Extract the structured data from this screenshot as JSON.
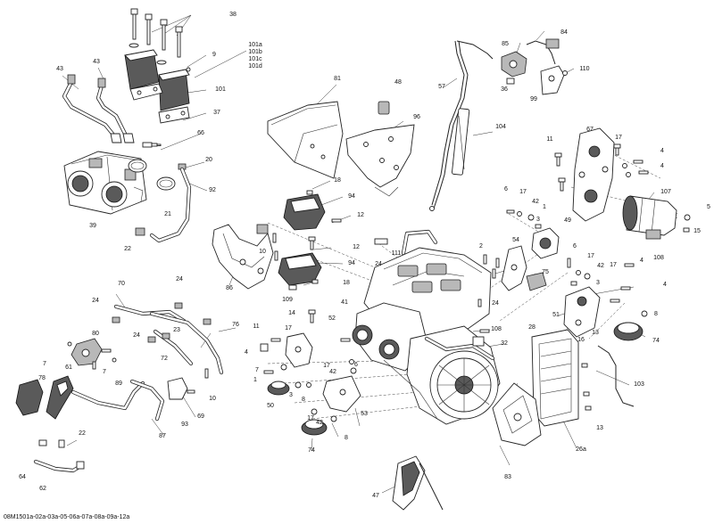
{
  "diagram": {
    "reference_code": "08M1501a-02a-03a-05-06a-07a-08a-09a-12a",
    "callouts": [
      {
        "label": "38"
      },
      {
        "label": "101a"
      },
      {
        "label": "101b"
      },
      {
        "label": "101c"
      },
      {
        "label": "101d"
      },
      {
        "label": "9"
      },
      {
        "label": "101"
      },
      {
        "label": "37"
      },
      {
        "label": "43"
      },
      {
        "label": "43"
      },
      {
        "label": "66"
      },
      {
        "label": "20"
      },
      {
        "label": "92"
      },
      {
        "label": "21"
      },
      {
        "label": "39"
      },
      {
        "label": "22"
      },
      {
        "label": "81"
      },
      {
        "label": "48"
      },
      {
        "label": "96"
      },
      {
        "label": "57"
      },
      {
        "label": "85"
      },
      {
        "label": "84"
      },
      {
        "label": "110"
      },
      {
        "label": "36"
      },
      {
        "label": "99"
      },
      {
        "label": "104"
      },
      {
        "label": "11"
      },
      {
        "label": "67"
      },
      {
        "label": "17"
      },
      {
        "label": "4"
      },
      {
        "label": "4"
      },
      {
        "label": "107"
      },
      {
        "label": "5"
      },
      {
        "label": "15"
      },
      {
        "label": "6"
      },
      {
        "label": "17"
      },
      {
        "label": "42"
      },
      {
        "label": "1"
      },
      {
        "label": "3"
      },
      {
        "label": "49"
      },
      {
        "label": "108"
      },
      {
        "label": "18"
      },
      {
        "label": "94"
      },
      {
        "label": "12"
      },
      {
        "label": "10"
      },
      {
        "label": "86"
      },
      {
        "label": "111"
      },
      {
        "label": "24"
      },
      {
        "label": "12"
      },
      {
        "label": "94"
      },
      {
        "label": "18"
      },
      {
        "label": "109"
      },
      {
        "label": "2"
      },
      {
        "label": "54"
      },
      {
        "label": "75"
      },
      {
        "label": "6"
      },
      {
        "label": "17"
      },
      {
        "label": "42"
      },
      {
        "label": "3"
      },
      {
        "label": "4"
      },
      {
        "label": "17"
      },
      {
        "label": "4"
      },
      {
        "label": "51"
      },
      {
        "label": "8"
      },
      {
        "label": "74"
      },
      {
        "label": "70"
      },
      {
        "label": "24"
      },
      {
        "label": "24"
      },
      {
        "label": "76"
      },
      {
        "label": "23"
      },
      {
        "label": "24"
      },
      {
        "label": "72"
      },
      {
        "label": "80"
      },
      {
        "label": "7"
      },
      {
        "label": "7"
      },
      {
        "label": "61"
      },
      {
        "label": "78"
      },
      {
        "label": "89"
      },
      {
        "label": "69"
      },
      {
        "label": "93"
      },
      {
        "label": "10"
      },
      {
        "label": "87"
      },
      {
        "label": "22"
      },
      {
        "label": "64"
      },
      {
        "label": "62"
      },
      {
        "label": "14"
      },
      {
        "label": "11"
      },
      {
        "label": "17"
      },
      {
        "label": "52"
      },
      {
        "label": "4"
      },
      {
        "label": "7"
      },
      {
        "label": "1"
      },
      {
        "label": "50"
      },
      {
        "label": "41"
      },
      {
        "label": "24"
      },
      {
        "label": "108"
      },
      {
        "label": "32"
      },
      {
        "label": "17"
      },
      {
        "label": "42"
      },
      {
        "label": "6"
      },
      {
        "label": "8"
      },
      {
        "label": "3"
      },
      {
        "label": "17"
      },
      {
        "label": "42"
      },
      {
        "label": "8"
      },
      {
        "label": "53"
      },
      {
        "label": "74"
      },
      {
        "label": "28"
      },
      {
        "label": "16"
      },
      {
        "label": "13"
      },
      {
        "label": "103"
      },
      {
        "label": "13"
      },
      {
        "label": "26a"
      },
      {
        "label": "83"
      },
      {
        "label": "47"
      }
    ]
  }
}
